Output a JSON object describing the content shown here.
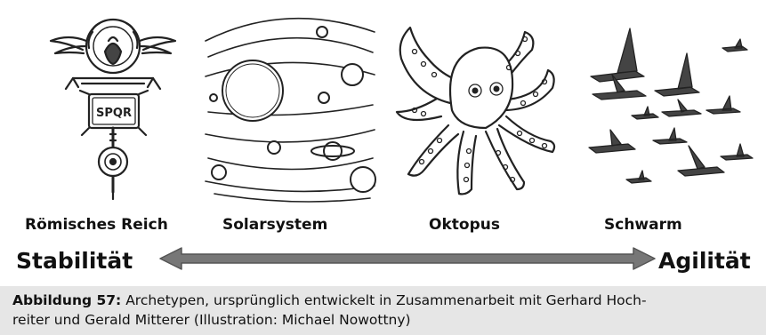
{
  "figure": {
    "archetypes": [
      {
        "label": "Römisches Reich",
        "icon": "roman-standard-icon"
      },
      {
        "label": "Solarsystem",
        "icon": "solar-system-icon"
      },
      {
        "label": "Oktopus",
        "icon": "octopus-icon"
      },
      {
        "label": "Schwarm",
        "icon": "bird-swarm-icon"
      }
    ],
    "scale": {
      "left": "Stabilität",
      "right": "Agilität",
      "arrow_color": "#777777"
    },
    "standard_text": "SPQR"
  },
  "caption": {
    "label": "Abbildung 57:",
    "text": "Archetypen, ursprünglich entwickelt in Zusammenarbeit mit Gerhard Hochreiter und Gerald Mitterer (Illustration: Michael Nowottny)",
    "line1": "Archetypen, ursprünglich entwickelt in Zusammenarbeit mit Gerhard Hoch-",
    "line2": "reiter und Gerald Mitterer (Illustration: Michael Nowottny)"
  }
}
